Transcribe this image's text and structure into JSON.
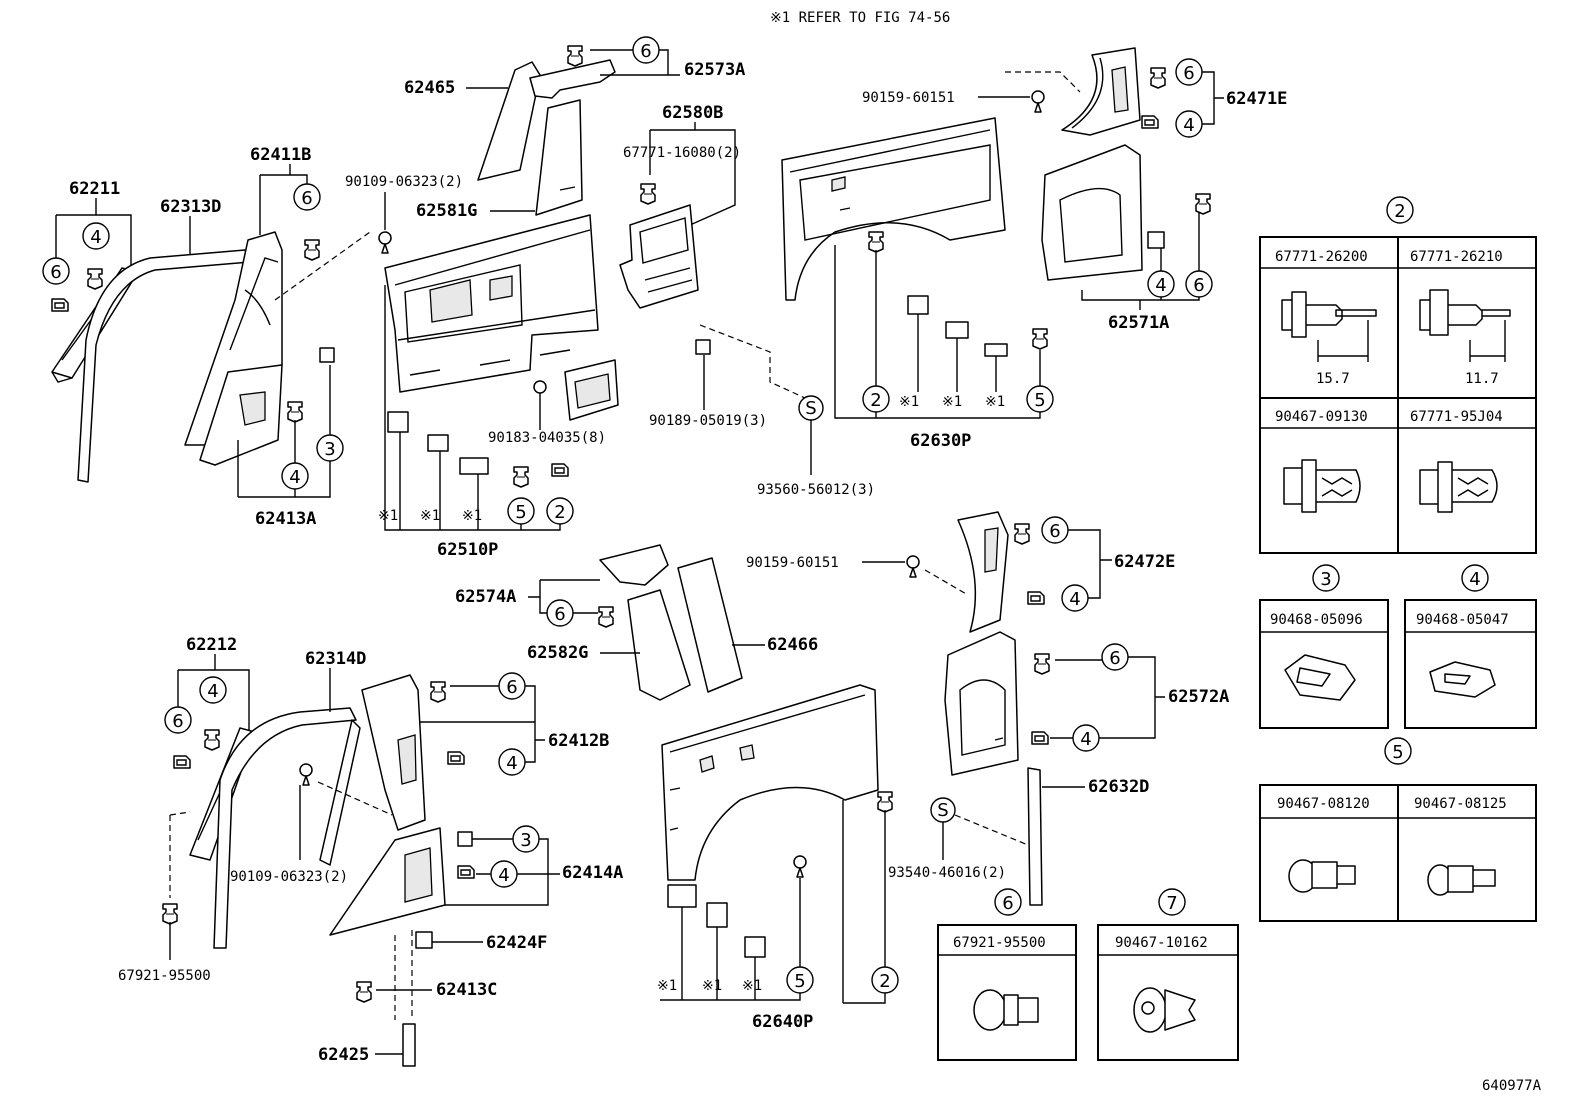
{
  "header": {
    "ref_note": "※1   REFER TO FIG 74-56"
  },
  "figure_id": "640977A",
  "part_labels": {
    "p62211": "62211",
    "p62313D": "62313D",
    "p62411B": "62411B",
    "p62413A": "62413A",
    "p62465": "62465",
    "p62573A": "62573A",
    "p62580B": "62580B",
    "p62581G": "62581G",
    "p62510P": "62510P",
    "p62471E": "62471E",
    "p62571A": "62571A",
    "p62630P": "62630P",
    "p62472E": "62472E",
    "p62574A": "62574A",
    "p62582G": "62582G",
    "p62466": "62466",
    "p62572A": "62572A",
    "p62632D": "62632D",
    "p62212": "62212",
    "p62314D": "62314D",
    "p62412B": "62412B",
    "p62414A": "62414A",
    "p62424F": "62424F",
    "p62413C": "62413C",
    "p62425": "62425",
    "p62640P": "62640P"
  },
  "fastener_labels": {
    "f90109_top": "90109-06323(2)",
    "f67771_16080": "67771-16080(2)",
    "f90159_top": "90159-60151",
    "f90183": "90183-04035(8)",
    "f90189": "90189-05019(3)",
    "f93560": "93560-56012(3)",
    "f90159_mid": "90159-60151",
    "f93540": "93540-46016(2)",
    "f90109_bot": "90109-06323(2)",
    "f67921_bot": "67921-95500"
  },
  "callouts": {
    "n2": "2",
    "n3": "3",
    "n4": "4",
    "n5": "5",
    "n6": "6",
    "n7": "7",
    "s": "S",
    "star1": "※1"
  },
  "legend": {
    "g2": {
      "number": "2",
      "parts": [
        "67771-26200",
        "67771-26210",
        "90467-09130",
        "67771-95J04"
      ],
      "dims": [
        "15.7",
        "11.7"
      ]
    },
    "g3": {
      "number": "3",
      "parts": [
        "90468-05096"
      ]
    },
    "g4": {
      "number": "4",
      "parts": [
        "90468-05047"
      ]
    },
    "g5": {
      "number": "5",
      "parts": [
        "90467-08120",
        "90467-08125"
      ]
    },
    "g6": {
      "number": "6",
      "parts": [
        "67921-95500"
      ]
    },
    "g7": {
      "number": "7",
      "parts": [
        "90467-10162"
      ]
    }
  }
}
